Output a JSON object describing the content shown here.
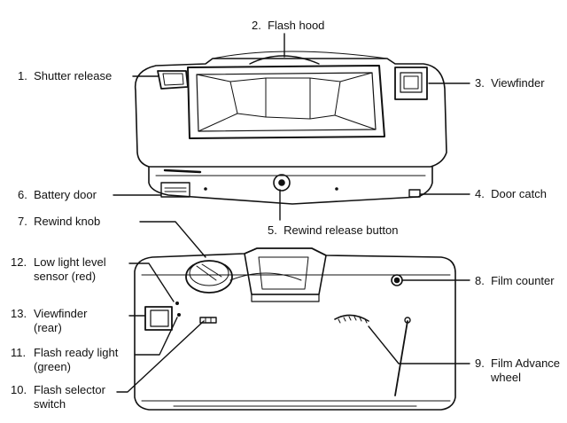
{
  "diagram": {
    "colors": {
      "ink": "#111111",
      "paper": "#ffffff"
    },
    "top_view": {
      "labels": [
        {
          "id": "flash-hood",
          "number": "2.",
          "lines": [
            "Flash hood"
          ]
        },
        {
          "id": "shutter-release",
          "number": "1.",
          "lines": [
            "Shutter release"
          ]
        },
        {
          "id": "viewfinder",
          "number": "3.",
          "lines": [
            "Viewfinder"
          ]
        },
        {
          "id": "battery-door",
          "number": "6.",
          "lines": [
            "Battery door"
          ]
        },
        {
          "id": "door-catch",
          "number": "4.",
          "lines": [
            "Door catch"
          ]
        },
        {
          "id": "rewind-release-button",
          "number": "5.",
          "lines": [
            "Rewind release button"
          ]
        }
      ]
    },
    "rear_view": {
      "labels": [
        {
          "id": "rewind-knob",
          "number": "7.",
          "lines": [
            "Rewind knob"
          ]
        },
        {
          "id": "low-light-sensor",
          "number": "12.",
          "lines": [
            "Low light level",
            "sensor (red)"
          ]
        },
        {
          "id": "film-counter",
          "number": "8.",
          "lines": [
            "Film counter"
          ]
        },
        {
          "id": "viewfinder-rear",
          "number": "13.",
          "lines": [
            "Viewfinder",
            "(rear)"
          ]
        },
        {
          "id": "flash-ready-light",
          "number": "11.",
          "lines": [
            "Flash ready light",
            "(green)"
          ]
        },
        {
          "id": "film-advance-wheel",
          "number": "9.",
          "lines": [
            "Film Advance",
            "wheel"
          ]
        },
        {
          "id": "flash-selector-switch",
          "number": "10.",
          "lines": [
            "Flash selector",
            "switch"
          ]
        }
      ]
    }
  }
}
